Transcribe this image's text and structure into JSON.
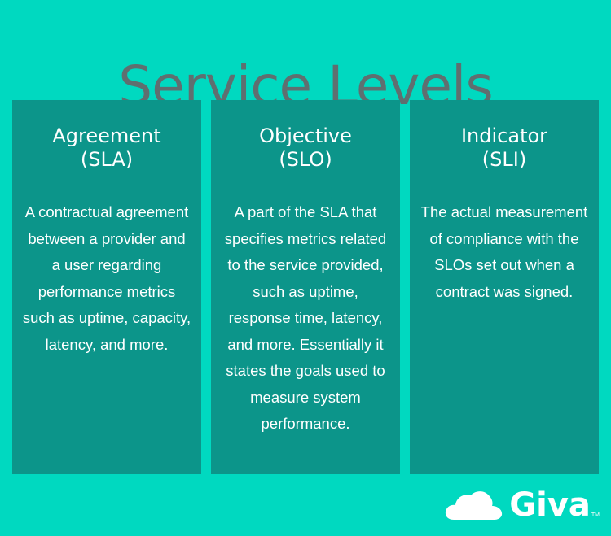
{
  "title": "Service Levels",
  "cards": [
    {
      "heading_line1": "Agreement",
      "heading_line2": "(SLA)",
      "body": "A contractual agreement between a provider and a user regarding performance metrics such as uptime, capacity, latency, and more."
    },
    {
      "heading_line1": "Objective",
      "heading_line2": "(SLO)",
      "body": "A part of the SLA that specifies metrics related to the service provided, such as uptime, response time, latency, and more. Essentially it states the goals used to measure system performance."
    },
    {
      "heading_line1": "Indicator",
      "heading_line2": "(SLI)",
      "body": "The actual measurement of compliance with the SLOs set out when a contract was signed."
    }
  ],
  "brand": {
    "name": "Giva",
    "trademark": "TM",
    "icon": "cloud-icon"
  },
  "colors": {
    "background": "#00d9c0",
    "card": "#0c958a",
    "title": "#5f6f70",
    "text": "#ffffff"
  }
}
